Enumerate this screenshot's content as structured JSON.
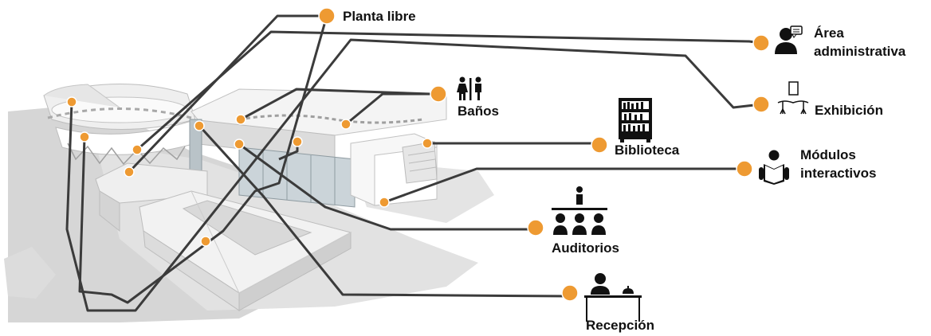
{
  "labels": {
    "planta_libre": "Planta libre",
    "area_administrativa_1": "Área",
    "area_administrativa_2": "administrativa",
    "banos": "Baños",
    "exhibicion": "Exhibición",
    "biblioteca": "Biblioteca",
    "modulos_1": "Módulos",
    "modulos_2": "interactivos",
    "auditorios": "Auditorios",
    "recepcion": "Recepción"
  },
  "colors": {
    "marker": "#EE9A32",
    "leader_line": "#3b3b3b",
    "icon": "#111111"
  },
  "icons": [
    "speaker-icon",
    "restroom-icon",
    "exhibition-icon",
    "bookshelf-icon",
    "reader-icon",
    "audience-icon",
    "reception-icon"
  ]
}
